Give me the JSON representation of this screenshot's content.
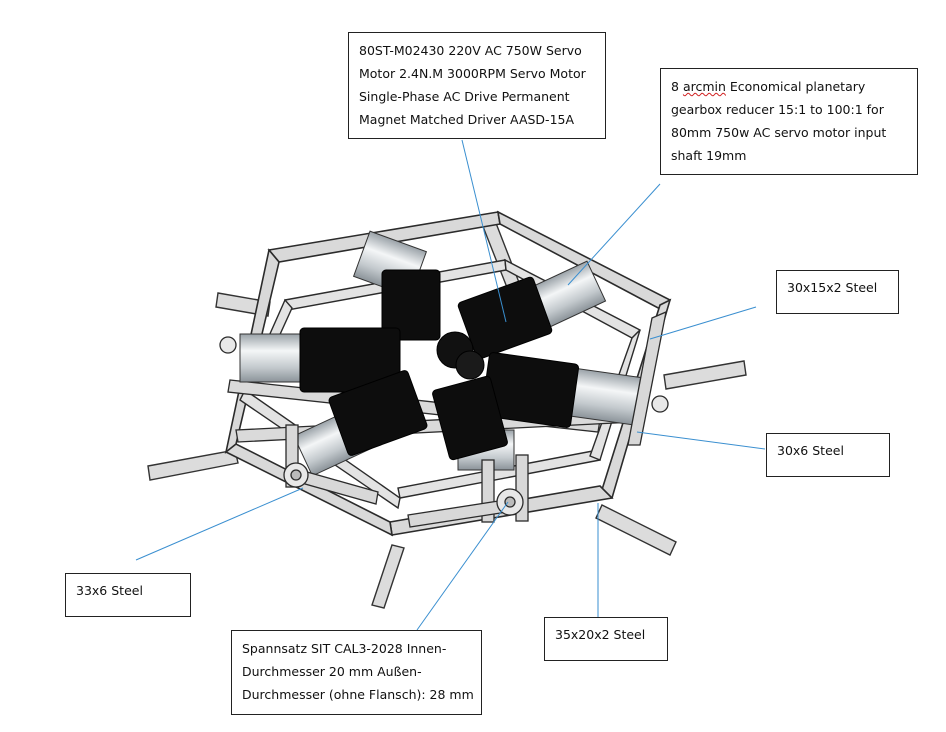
{
  "callouts": {
    "servo_motor": {
      "lines": [
        "80ST-M02430 220V AC 750W Servo",
        "Motor 2.4N.M 3000RPM Servo Motor",
        "Single-Phase AC Drive Permanent",
        "Magnet Matched Driver AASD-15A"
      ]
    },
    "gearbox": {
      "line1_lead": "8 ",
      "line1_marked": "arcmin",
      "line1_rest": " Economical planetary",
      "line2": "gearbox reducer 15:1 to 100:1 for",
      "line3": "80mm 750w AC servo motor input",
      "line4": "shaft 19mm"
    },
    "steel_30x15x2": "30x15x2 Steel",
    "steel_30x6": "30x6 Steel",
    "steel_33x6": "33x6 Steel",
    "clamping_set": {
      "lines": [
        "Spannsatz SIT CAL3-2028 Innen-",
        "Durchmesser 20 mm Außen-",
        "Durchmesser (ohne Flansch): 28 mm"
      ]
    },
    "steel_35x20x2": "35x20x2 Steel"
  },
  "colors": {
    "leader": "#3a8fd0",
    "frame_fill": "#d9d9d9",
    "frame_stroke": "#2b2b2b",
    "motor_body": "#0d0d0d",
    "motor_shaft": "#cfd4d8"
  }
}
